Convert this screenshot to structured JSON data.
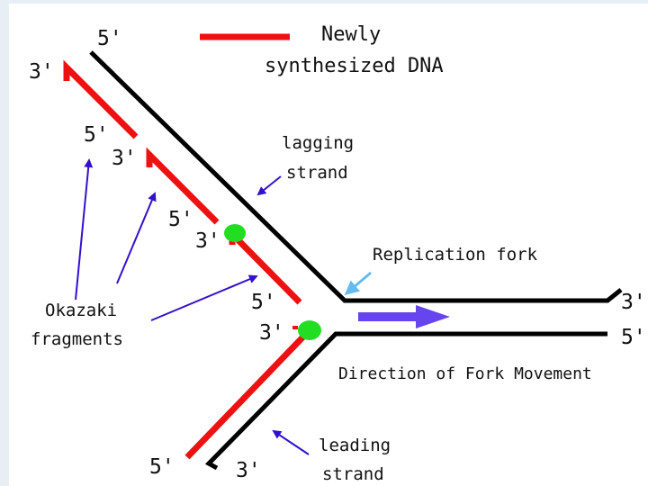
{
  "colors": {
    "parent_strand": "#000000",
    "new_dna": "#ee1111",
    "annotation_arrow": "#3311cc",
    "fork_pointer": "#66bbee",
    "movement_arrow": "#6644ee",
    "enzyme": "#22dd22"
  },
  "legend": {
    "line1": "Newly",
    "line2": "synthesized DNA"
  },
  "ends": {
    "top_5": "5'",
    "top_3": "3'",
    "frag1_5": "5'",
    "frag1_3": "3'",
    "frag2_5": "5'",
    "frag2_3": "3'",
    "frag3_5": "5'",
    "frag3_3": "3'",
    "right_top_3": "3'",
    "right_bottom_5": "5'",
    "bottom_5": "5'",
    "bottom_3": "3'"
  },
  "labels": {
    "lagging_1": "lagging",
    "lagging_2": "strand",
    "replication_fork": "Replication fork",
    "okazaki_1": "Okazaki",
    "okazaki_2": "fragments",
    "direction": "Direction of Fork Movement",
    "leading_1": "leading",
    "leading_2": "strand"
  }
}
